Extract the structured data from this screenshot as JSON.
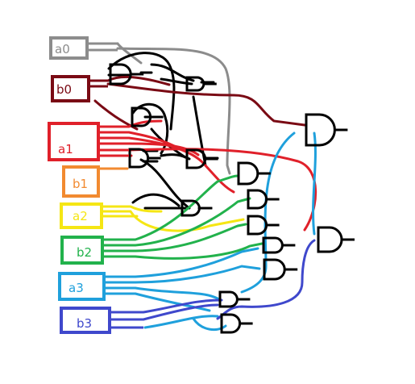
{
  "inputs": [
    {
      "id": "a0",
      "label": "a0",
      "color": "#8c8c8c"
    },
    {
      "id": "b0",
      "label": "b0",
      "color": "#7a0a14"
    },
    {
      "id": "a1",
      "label": "a1",
      "color": "#e0202a"
    },
    {
      "id": "b1",
      "label": "b1",
      "color": "#f28a30"
    },
    {
      "id": "a2",
      "label": "a2",
      "color": "#f5e614"
    },
    {
      "id": "b2",
      "label": "b2",
      "color": "#22b24c"
    },
    {
      "id": "a3",
      "label": "a3",
      "color": "#1fa0dc"
    },
    {
      "id": "b3",
      "label": "b3",
      "color": "#3f48cc"
    }
  ],
  "colors": {
    "gate": "#000000",
    "wire_black": "#000000",
    "wire_gray": "#8c8c8c",
    "background": "#ffffff"
  },
  "gate_type": "and-gate"
}
